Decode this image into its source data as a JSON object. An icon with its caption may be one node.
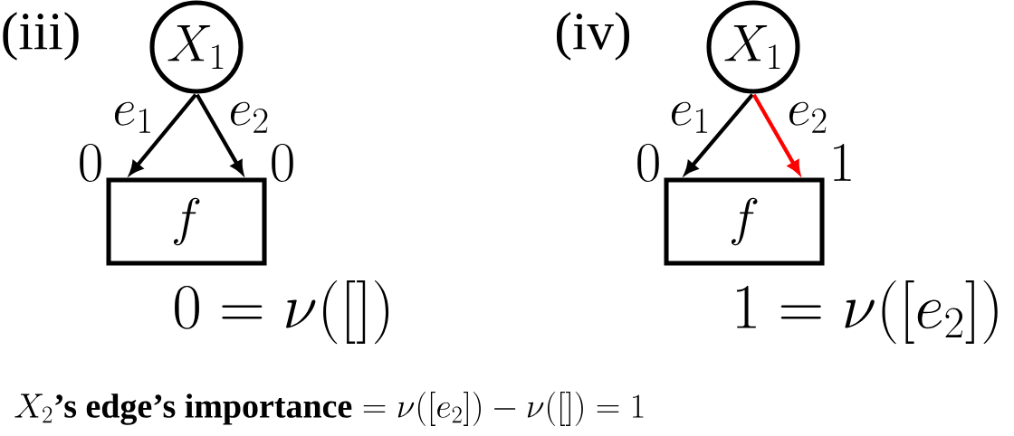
{
  "diagram": {
    "caption": "X_2\\textbf{'s edge's importance} = \\nu([e_2]) - \\nu([]) = 1",
    "nodes": [
      {
        "text": [
          "X_1"
        ]
      },
      {
        "text": [
          "f"
        ]
      },
      {
        "text": [
          "X_1"
        ]
      },
      {
        "text": [
          "f"
        ]
      }
    ],
    "edges": [
      {
        "from": 0,
        "to": 1,
        "arrow": "to",
        "label": "e_1"
      },
      {
        "from": 0,
        "to": 1,
        "arrow": "to",
        "label": "e_2"
      },
      {
        "from": 2,
        "to": 3,
        "arrow": "to",
        "label": "e_1"
      },
      {
        "from": 2,
        "to": 3,
        "arrow": "to",
        "label": "e_2",
        "color": "#ff0000"
      }
    ],
    "labels": [
      "(iii)",
      "(iv)",
      "0",
      "0",
      "0",
      "1",
      "0 = \\nu([])",
      "1 = \\nu([e_2])"
    ]
  }
}
